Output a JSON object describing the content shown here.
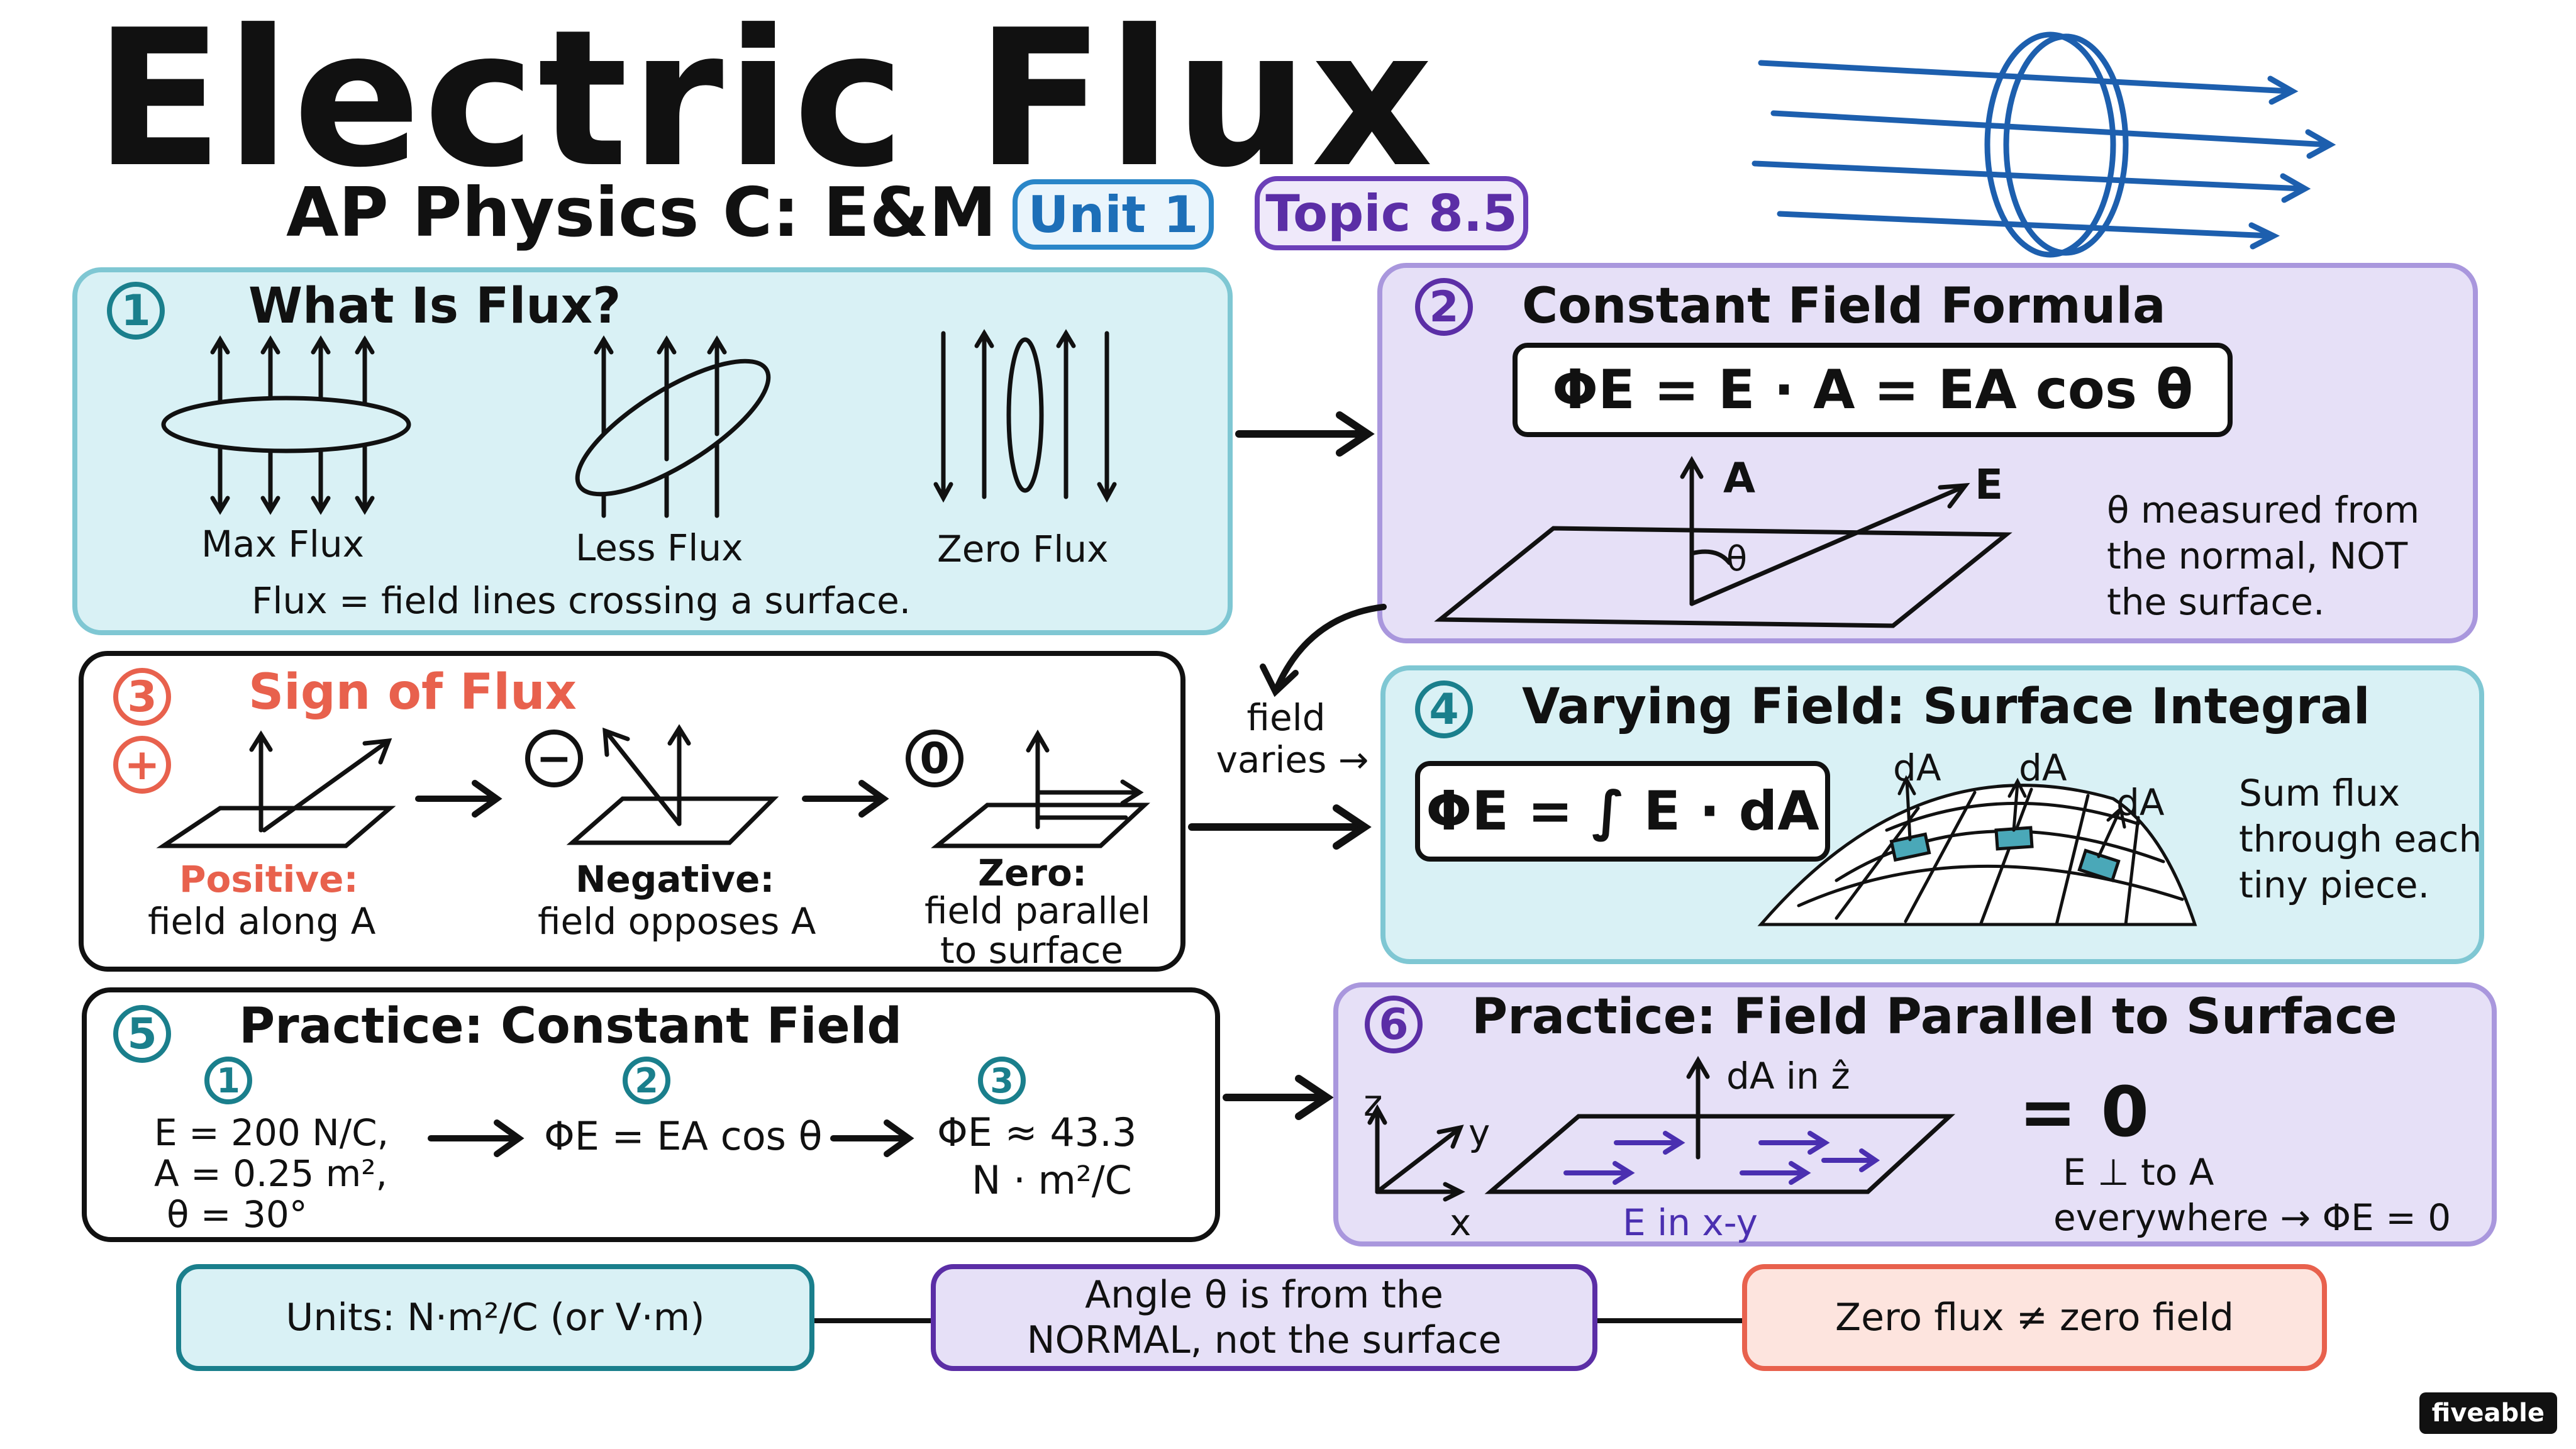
{
  "header": {
    "title": "Electric Flux",
    "subtitle": "AP Physics C: E&M",
    "unit_badge": "Unit 1",
    "topic_badge": "Topic 8.5"
  },
  "panels": {
    "p1": {
      "number": "1",
      "title": "What Is Flux?",
      "labels": [
        "Max Flux",
        "Less Flux",
        "Zero Flux"
      ],
      "caption": "Flux = field lines crossing a surface."
    },
    "p2": {
      "number": "2",
      "title": "Constant Field Formula",
      "formula": "ΦE = E · A = EA cos θ",
      "vec_a": "A",
      "vec_e": "E",
      "angle": "θ",
      "note": [
        "θ measured from",
        "the normal, NOT",
        "the surface."
      ]
    },
    "p3": {
      "number": "3",
      "title": "Sign of Flux",
      "plus": "+",
      "minus": "−",
      "zero": "0",
      "positive_head": "Positive:",
      "positive_text": "field along A",
      "negative_head": "Negative:",
      "negative_text": "field opposes A",
      "zero_head": "Zero:",
      "zero_text": [
        "field parallel",
        "to surface"
      ]
    },
    "p4": {
      "number": "4",
      "title": "Varying Field: Surface Integral",
      "formula": "ΦE = ∫ E · dA",
      "da": "dA",
      "note": [
        "Sum flux",
        "through each",
        "tiny piece."
      ]
    },
    "p5": {
      "number": "5",
      "title": "Practice: Constant Field",
      "steps": [
        "1",
        "2",
        "3"
      ],
      "given": [
        "E = 200 N/C,",
        "A = 0.25 m²,",
        "θ = 30°"
      ],
      "equation": "ΦE = EA cos θ",
      "result": [
        "ΦE ≈ 43.3",
        "N · m²/C"
      ]
    },
    "p6": {
      "number": "6",
      "title": "Practice: Field Parallel to Surface",
      "axis_z": "z",
      "axis_y": "y",
      "axis_x": "x",
      "da_label": "dA in ẑ",
      "field_label": "E in x-y",
      "result": "= 0",
      "note": [
        "E ⊥ to A",
        "everywhere → ΦE = 0"
      ]
    }
  },
  "connector_label": [
    "field",
    "varies →"
  ],
  "bottom": {
    "units": "Units: N·m²/C (or V·m)",
    "angle": [
      "Angle θ is from the",
      "NORMAL, not the surface"
    ],
    "zero": "Zero flux ≠ zero field"
  },
  "logo": "fiveable",
  "colors": {
    "teal_fill": "#d9f1f5",
    "teal_border": "#7fc7d3",
    "purple_fill": "#e6e0f7",
    "purple_border": "#a997dd",
    "blue_accent": "#1d6fb8",
    "purple_accent": "#5b2ea6",
    "red_accent": "#e8614d"
  }
}
